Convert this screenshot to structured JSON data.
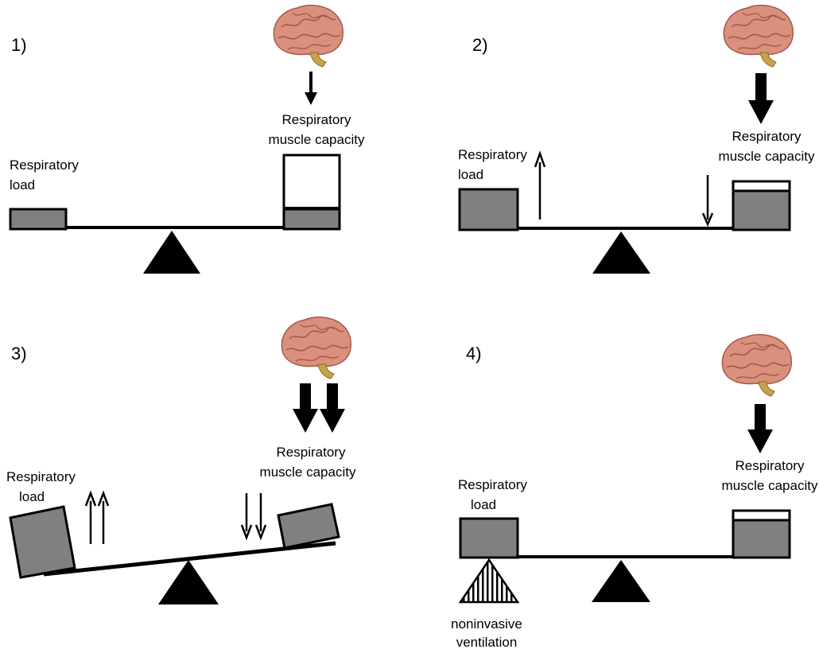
{
  "colors": {
    "box_fill": "#808080",
    "stroke": "#000000",
    "brain_base": "#d9917e",
    "brain_fold": "#a8564a",
    "brainstem": "#c8a24a",
    "background": "#ffffff"
  },
  "panels": [
    {
      "number": "1)",
      "load_label": [
        "Respiratory",
        "load"
      ],
      "capacity_label": [
        "Respiratory",
        "muscle capacity"
      ]
    },
    {
      "number": "2)",
      "load_label": [
        "Respiratory",
        "load"
      ],
      "capacity_label": [
        "Respiratory",
        "muscle capacity"
      ]
    },
    {
      "number": "3)",
      "load_label": [
        "Respiratory",
        "load"
      ],
      "capacity_label": [
        "Respiratory",
        "muscle capacity"
      ]
    },
    {
      "number": "4)",
      "load_label": [
        "Respiratory",
        "load"
      ],
      "capacity_label": [
        "Respiratory",
        "muscle capacity"
      ],
      "support_label": [
        "noninvasive",
        "ventilation"
      ]
    }
  ]
}
